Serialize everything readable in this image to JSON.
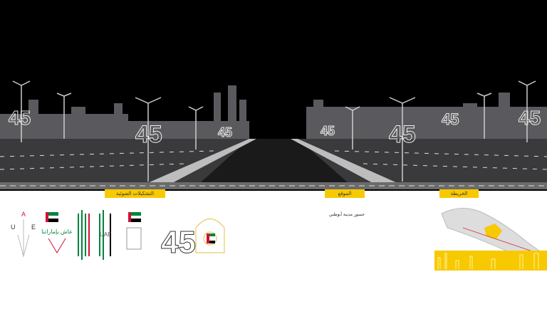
{
  "sections": {
    "lighting_label": "التشكيلات الضوئية",
    "location_label": "الموقع",
    "map_label": "الخريطة"
  },
  "location_caption": "جسور مدينة أبوظبي",
  "scene": {
    "number_mark": "45"
  },
  "logos": {
    "uae_letters": [
      "U",
      "A",
      "E"
    ],
    "logo2_text": "عاش بإماراتنا",
    "logo4_text": "UAE",
    "number": "45"
  },
  "colors": {
    "accent": "#f7c900",
    "sky": "#000000",
    "road": "#3a3a3c",
    "flag_green": "#00843d",
    "flag_red": "#d21034"
  }
}
